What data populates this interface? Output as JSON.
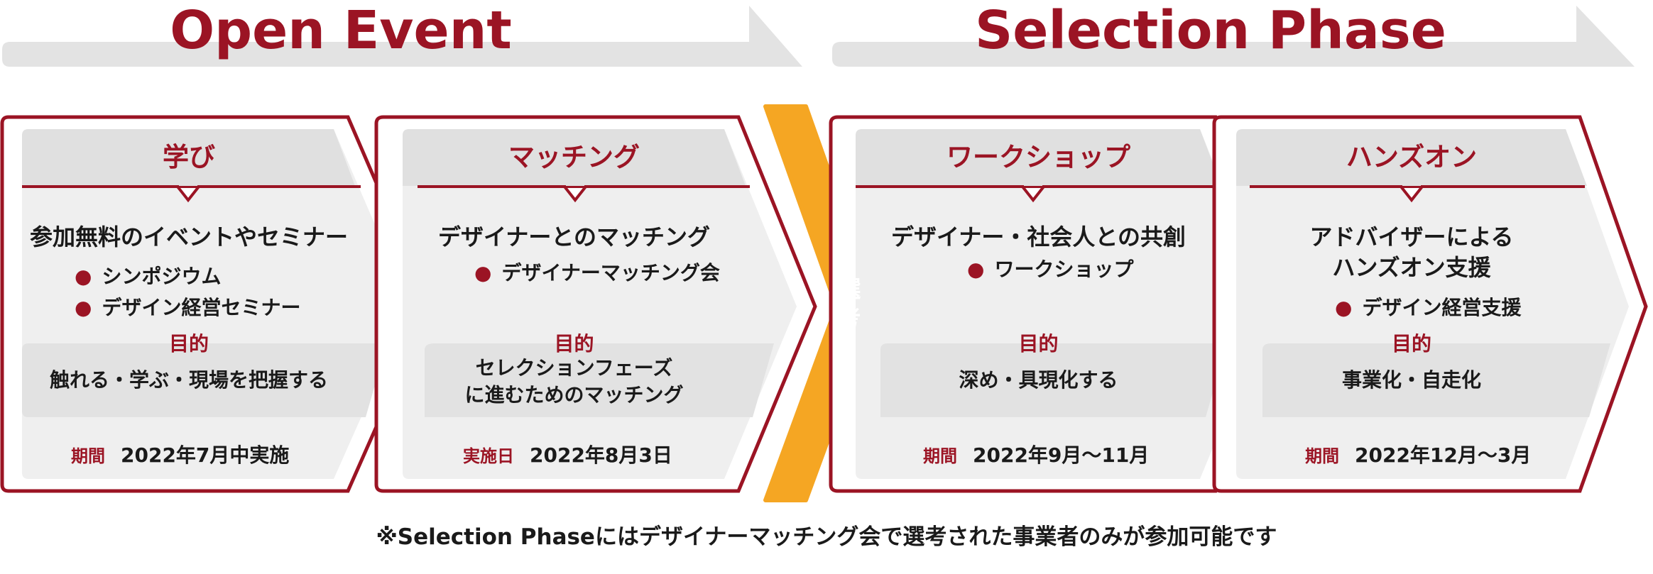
{
  "phases": {
    "open_event": "Open Event",
    "selection_phase": "Selection Phase"
  },
  "selection_marker": {
    "chars": [
      "選",
      "考"
    ]
  },
  "stages": [
    {
      "title": "学び",
      "headline": [
        "参加無料のイベントやセミナー"
      ],
      "bullets": [
        "シンポジウム",
        "デザイン経営セミナー"
      ],
      "purpose_label": "目的",
      "purpose": [
        "触れる・学ぶ・現場を把握する"
      ],
      "period_label": "期間",
      "period_value": "2022年7月中実施"
    },
    {
      "title": "マッチング",
      "headline": [
        "デザイナーとのマッチング"
      ],
      "bullets": [
        "デザイナーマッチング会"
      ],
      "purpose_label": "目的",
      "purpose": [
        "セレクションフェーズ",
        "に進むためのマッチング"
      ],
      "period_label": "実施日",
      "period_value": "2022年8月3日"
    },
    {
      "title": "ワークショップ",
      "headline": [
        "デザイナー・社会人との共創"
      ],
      "bullets": [
        "ワークショップ"
      ],
      "purpose_label": "目的",
      "purpose": [
        "深め・具現化する"
      ],
      "period_label": "期間",
      "period_value": "2022年9月〜11月"
    },
    {
      "title": "ハンズオン",
      "headline": [
        "アドバイザーによる",
        "ハンズオン支援"
      ],
      "bullets": [
        "デザイン経営支援"
      ],
      "purpose_label": "目的",
      "purpose": [
        "事業化・自走化"
      ],
      "period_label": "期間",
      "period_value": "2022年12月〜3月"
    }
  ],
  "footnote": "※Selection Phaseにはデザイナーマッチング会で選考された事業者のみが参加可能です",
  "colors": {
    "accent": "#9b1424",
    "selection_arrow": "#f5a623",
    "banner_gray": "#e3e3e3",
    "card_inner": "#efefef",
    "header_gray": "#e0e0e0",
    "purpose_gray": "#e2e2e2"
  }
}
